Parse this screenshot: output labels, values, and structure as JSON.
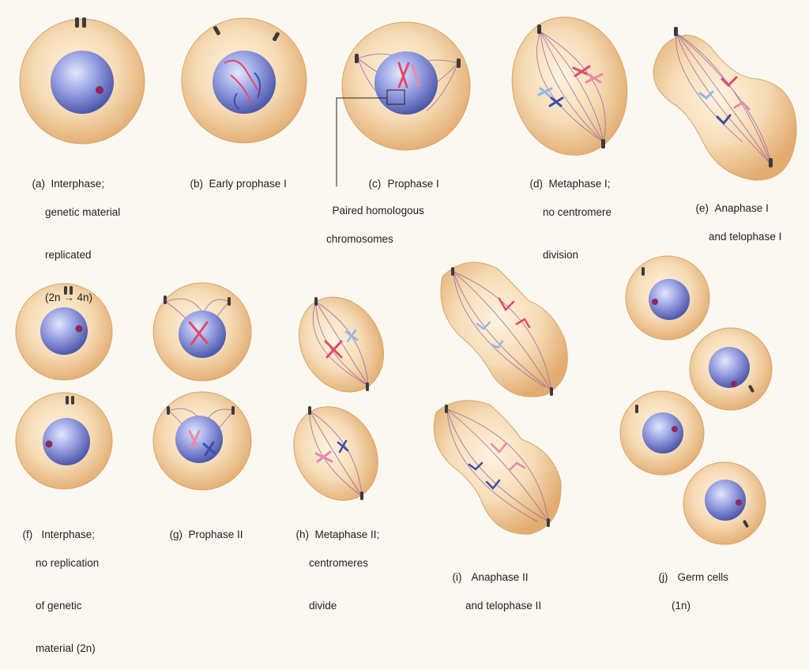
{
  "captions": {
    "a": {
      "tag": "(a)",
      "lines": [
        "Interphase;",
        "genetic material",
        "replicated",
        "(2n → 4n)"
      ]
    },
    "b": {
      "tag": "(b)",
      "lines": [
        "Early prophase I"
      ]
    },
    "c": {
      "tag": "(c)",
      "lines": [
        "Prophase I"
      ]
    },
    "c_callout": {
      "lines": [
        "Paired homologous",
        "chromosomes"
      ]
    },
    "d": {
      "tag": "(d)",
      "lines": [
        "Metaphase I;",
        "no centromere",
        "division"
      ]
    },
    "e": {
      "tag": "(e)",
      "lines": [
        "Anaphase I",
        "and telophase I"
      ]
    },
    "f": {
      "tag": "(f)",
      "lines": [
        "Interphase;",
        "no replication",
        "of genetic",
        "material (2n)"
      ]
    },
    "g": {
      "tag": "(g)",
      "lines": [
        "Prophase II"
      ]
    },
    "h": {
      "tag": "(h)",
      "lines": [
        "Metaphase II;",
        "centromeres",
        "divide"
      ]
    },
    "i": {
      "tag": "(i)",
      "lines": [
        "Anaphase II",
        "and telophase II"
      ]
    },
    "j": {
      "tag": "(j)",
      "lines": [
        "Germ cells",
        "(1n)"
      ]
    }
  },
  "colors": {
    "background": "#fbf8f1",
    "cytoplasm": "#f4d3a6",
    "cytoplasm_edge": "#d9a468",
    "nucleus": "#7b86d6",
    "nucleolus": "#8a2a5a",
    "maternal_chromosome": "#e4486a",
    "paternal_chromosome": "#3c4fa6",
    "spindle": "#9a6aa8"
  }
}
